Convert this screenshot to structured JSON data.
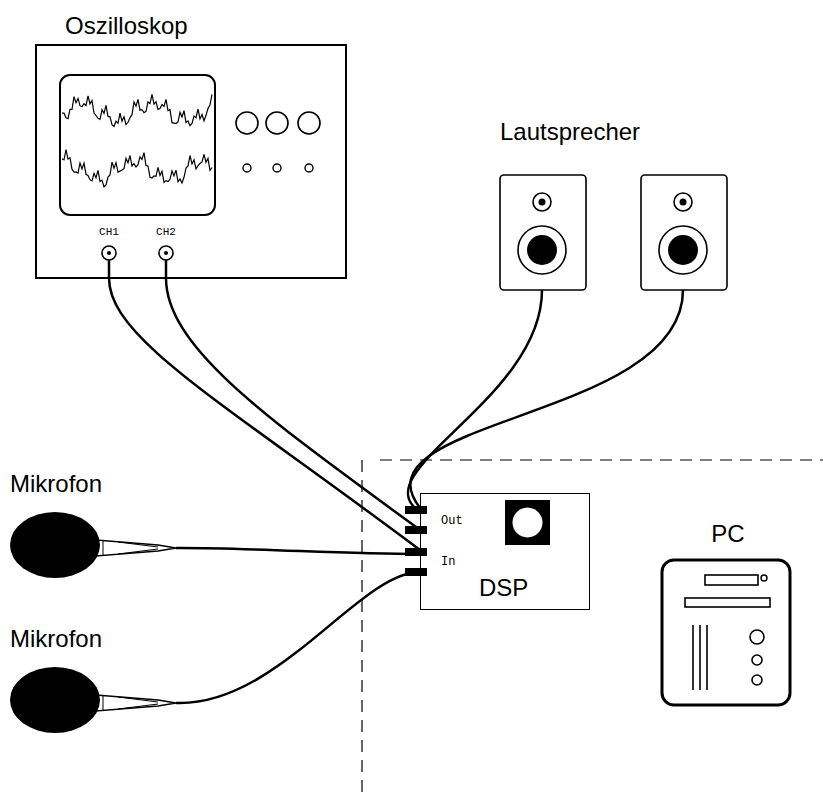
{
  "diagram": {
    "nodes": [
      {
        "text": [
          "Oszilloskop"
        ]
      },
      {
        "text": [
          "Lautsprecher"
        ]
      },
      {
        "text": [
          "Mikrofon"
        ]
      },
      {
        "text": [
          "Mikrofon"
        ]
      },
      {
        "text": [
          "DSP"
        ]
      },
      {
        "text": [
          "PC"
        ]
      }
    ],
    "edges": [
      {
        "from": 0,
        "to": 4,
        "arrow": "none"
      },
      {
        "from": 0,
        "to": 4,
        "arrow": "none"
      },
      {
        "from": 1,
        "to": 4,
        "arrow": "none"
      },
      {
        "from": 1,
        "to": 4,
        "arrow": "none"
      },
      {
        "from": 2,
        "to": 4,
        "arrow": "none"
      },
      {
        "from": 3,
        "to": 4,
        "arrow": "none"
      }
    ],
    "labels": [
      "CH1",
      "CH2",
      "Out",
      "In"
    ]
  }
}
